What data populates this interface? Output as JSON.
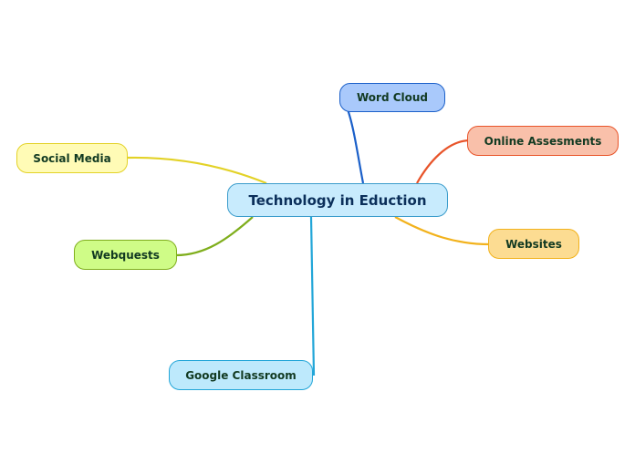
{
  "central": {
    "label": "Technology in Eduction",
    "fill": "#c8ebfd",
    "border": "#3a9ccb"
  },
  "topics": [
    {
      "id": "word-cloud",
      "label": "Word Cloud",
      "fill": "#a9c9fb",
      "border": "#1a5fc9",
      "line": "#1a5fc9"
    },
    {
      "id": "online-assessments",
      "label": "Online Assesments",
      "fill": "#f9c0aa",
      "border": "#e8542a",
      "line": "#e8542a"
    },
    {
      "id": "social-media",
      "label": "Social Media",
      "fill": "#fffbb6",
      "border": "#e3d227",
      "line": "#e3d227"
    },
    {
      "id": "webquests",
      "label": "Webquests",
      "fill": "#cffc87",
      "border": "#7fae1c",
      "line": "#7fae1c"
    },
    {
      "id": "websites",
      "label": "Websites",
      "fill": "#fcdc92",
      "border": "#f2b21c",
      "line": "#f2b21c"
    },
    {
      "id": "google-classroom",
      "label": "Google Classroom",
      "fill": "#bde9fc",
      "border": "#22a6d8",
      "line": "#22a6d8"
    }
  ]
}
